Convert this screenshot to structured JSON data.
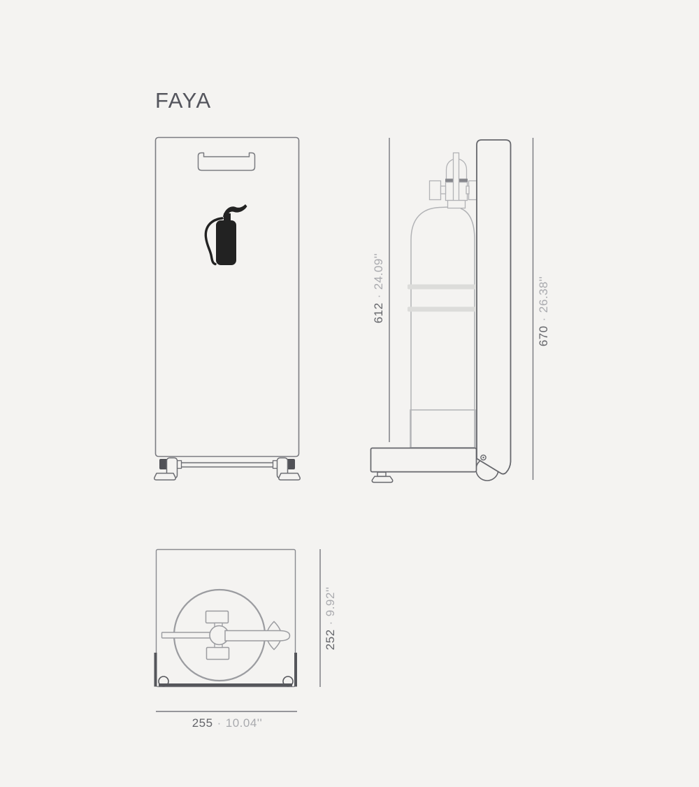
{
  "title": "FAYA",
  "dimensions": {
    "cylinder_height": {
      "mm": "612",
      "sep": "·",
      "inches": "24.09''"
    },
    "overall_height": {
      "mm": "670",
      "sep": "·",
      "inches": "26.38''"
    },
    "depth": {
      "mm": "252",
      "sep": "·",
      "inches": "9.92''"
    },
    "width": {
      "mm": "255",
      "sep": "·",
      "inches": "10.04''"
    }
  },
  "icons": {
    "fire_extinguisher": "fire-extinguisher-icon"
  },
  "colors": {
    "background": "#f4f3f1",
    "front_outline": "#7b7c81",
    "light_outline": "#b2b3b6",
    "dark_outline": "#66676c",
    "accent_dark": "#515257",
    "dimension_line": "#77787d",
    "text_mm": "#636469",
    "text_inches": "#a9aaae",
    "strap": "#dcdcda",
    "icon": "#222222"
  }
}
